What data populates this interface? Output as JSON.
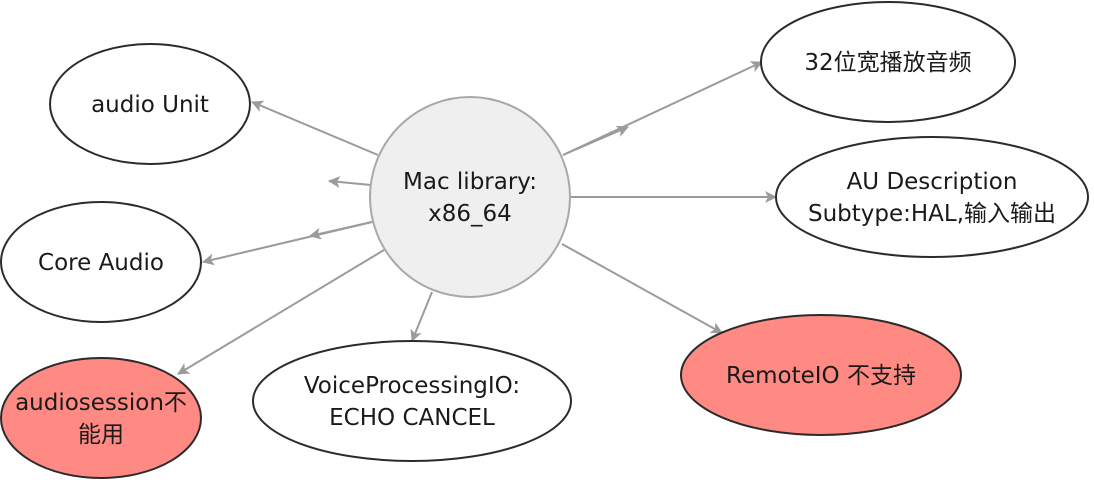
{
  "diagram": {
    "title": "Mac library x86_64 mind map",
    "colors": {
      "center_fill": "#efefef",
      "center_stroke": "#a8a8a8",
      "node_fill": "#ffffff",
      "node_stroke": "#2b2b2b",
      "warning_fill": "#ff8a84",
      "edge": "#9b9b9b"
    },
    "center": {
      "id": "mac-library",
      "lines": [
        "Mac library:",
        "x86_64"
      ]
    },
    "nodes": [
      {
        "id": "audio-unit",
        "lines": [
          "audio Unit"
        ],
        "status": "normal"
      },
      {
        "id": "core-audio",
        "lines": [
          "Core Audio"
        ],
        "status": "normal"
      },
      {
        "id": "audiosession",
        "lines": [
          "audiosession不",
          "能用"
        ],
        "status": "warning"
      },
      {
        "id": "voice-processing-io",
        "lines": [
          "VoiceProcessingIO:",
          "ECHO CANCEL"
        ],
        "status": "normal"
      },
      {
        "id": "remote-io",
        "lines": [
          "RemoteIO 不支持"
        ],
        "status": "warning"
      },
      {
        "id": "au-description",
        "lines": [
          "AU Description",
          "Subtype:HAL,输入输出"
        ],
        "status": "normal"
      },
      {
        "id": "32bit-playback",
        "lines": [
          "32位宽播放音频"
        ],
        "status": "normal"
      }
    ],
    "edges": [
      {
        "from": "mac-library",
        "to": "audio-unit"
      },
      {
        "from": "mac-library",
        "to": "dangling-left"
      },
      {
        "from": "mac-library",
        "to": "core-audio"
      },
      {
        "from": "mac-library",
        "to": "audiosession"
      },
      {
        "from": "mac-library",
        "to": "voice-processing-io"
      },
      {
        "from": "mac-library",
        "to": "remote-io"
      },
      {
        "from": "mac-library",
        "to": "au-description"
      },
      {
        "from": "mac-library",
        "to": "32bit-playback"
      }
    ]
  }
}
